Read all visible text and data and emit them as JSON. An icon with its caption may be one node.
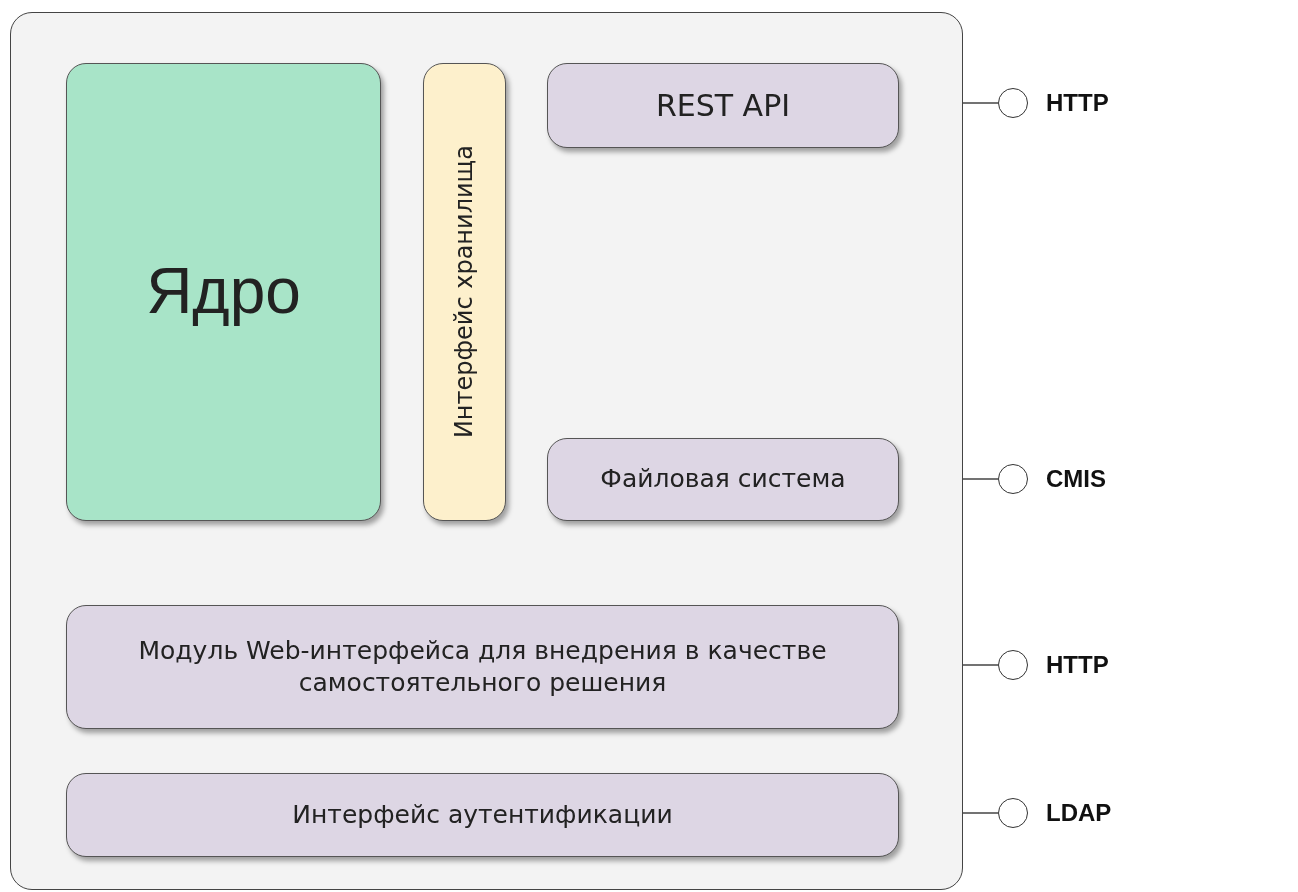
{
  "diagram": {
    "nodes": [
      {
        "text": [],
        "shape": "box"
      },
      {
        "text": [
          "Ядро"
        ],
        "in": 0
      },
      {
        "text": [
          "Интерфейс хранилища"
        ],
        "in": 0
      },
      {
        "text": [
          "REST API"
        ],
        "in": 0
      },
      {
        "text": [
          "Файловая система"
        ],
        "in": 0
      },
      {
        "text": [
          "Модуль Web-интерфейса для внедрения в качестве самостоятельного решения"
        ],
        "in": 0
      },
      {
        "text": [
          "Интерфейс аутентификации"
        ],
        "in": 0
      },
      {
        "text": [],
        "shape": "circle",
        "beside": [
          "HTTP"
        ]
      },
      {
        "text": [],
        "shape": "circle",
        "beside": [
          "CMIS"
        ]
      },
      {
        "text": [],
        "shape": "circle",
        "beside": [
          "HTTP"
        ]
      },
      {
        "text": [],
        "shape": "circle",
        "beside": [
          "LDAP"
        ]
      }
    ],
    "edges": [
      {
        "from": 3,
        "to": 7,
        "arrow": "none"
      },
      {
        "from": 4,
        "to": 8,
        "arrow": "none"
      },
      {
        "from": 5,
        "to": 9,
        "arrow": "none"
      },
      {
        "from": 6,
        "to": 10,
        "arrow": "none"
      }
    ]
  }
}
